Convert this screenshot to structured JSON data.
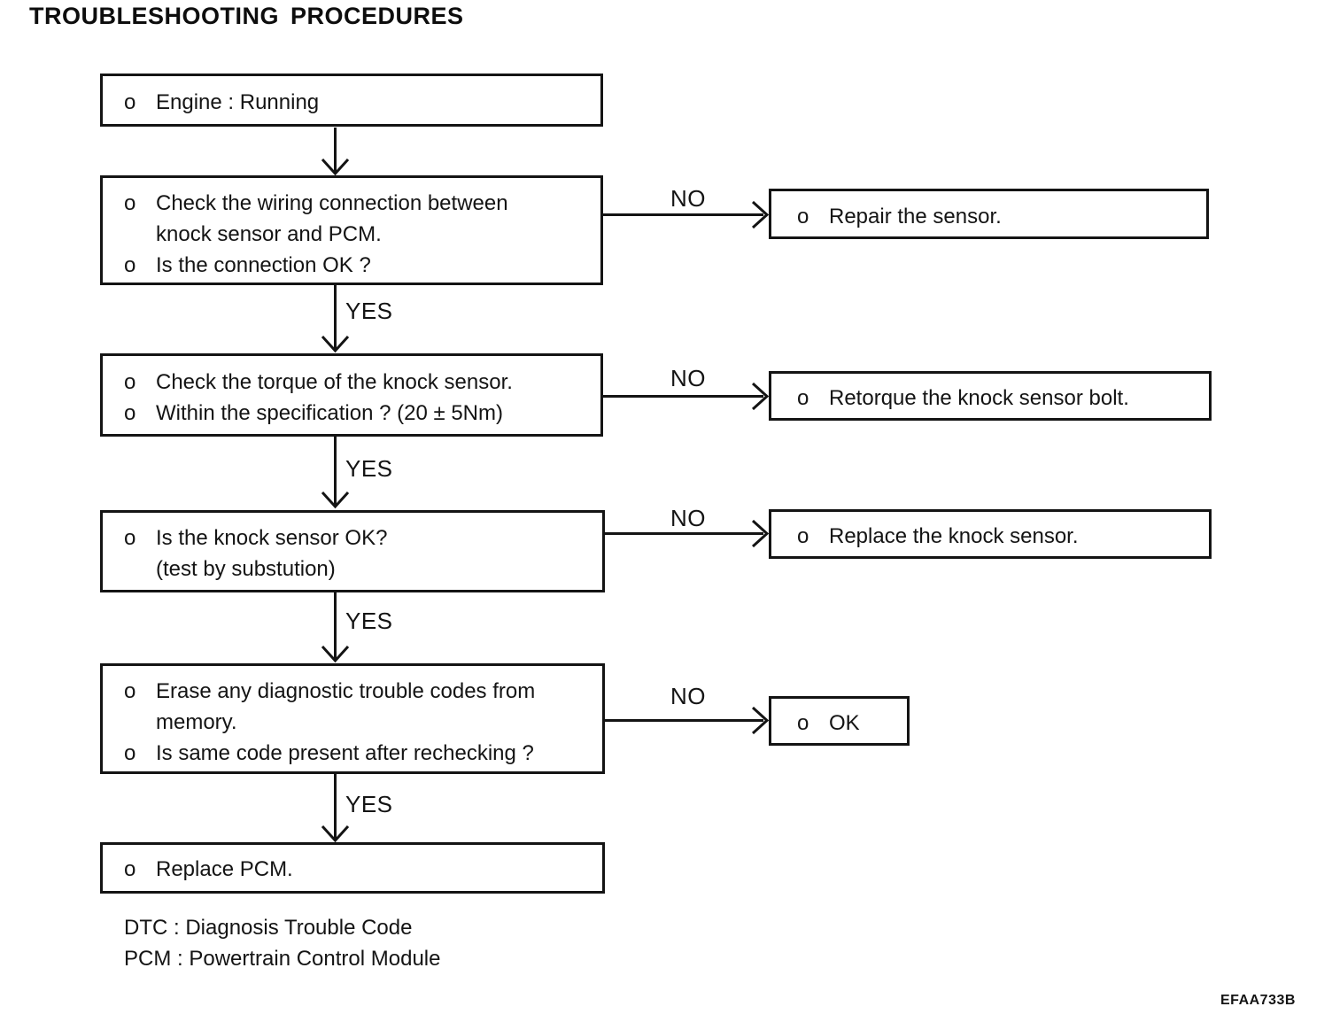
{
  "title": "TROUBLESHOOTING PROCEDURES",
  "labels": {
    "yes": "YES",
    "no": "NO"
  },
  "flowchart": {
    "steps": [
      {
        "name": "engine-running",
        "lines": [
          {
            "bullet": "o",
            "text": "Engine : Running"
          }
        ]
      },
      {
        "name": "check-wiring",
        "lines": [
          {
            "bullet": "o",
            "text": "Check the wiring connection between"
          },
          {
            "bullet": "",
            "text": "knock sensor and PCM."
          },
          {
            "bullet": "o",
            "text": "Is the connection OK ?"
          }
        ]
      },
      {
        "name": "check-torque",
        "lines": [
          {
            "bullet": "o",
            "text": "Check the torque of the knock sensor."
          },
          {
            "bullet": "o",
            "text": "Within the specification ? (20 ± 5Nm)"
          }
        ]
      },
      {
        "name": "knock-sensor-ok",
        "lines": [
          {
            "bullet": "o",
            "text": "Is the knock sensor OK?"
          },
          {
            "bullet": "",
            "text": "(test by substution)"
          }
        ]
      },
      {
        "name": "erase-codes",
        "lines": [
          {
            "bullet": "o",
            "text": "Erase any diagnostic trouble codes from"
          },
          {
            "bullet": "",
            "text": "memory."
          },
          {
            "bullet": "o",
            "text": "Is same code present after rechecking ?"
          }
        ]
      },
      {
        "name": "replace-pcm",
        "lines": [
          {
            "bullet": "o",
            "text": "Replace PCM."
          }
        ]
      }
    ],
    "outcomes": [
      {
        "name": "repair-sensor",
        "lines": [
          {
            "bullet": "o",
            "text": "Repair the sensor."
          }
        ]
      },
      {
        "name": "retorque-bolt",
        "lines": [
          {
            "bullet": "o",
            "text": "Retorque the knock sensor bolt."
          }
        ]
      },
      {
        "name": "replace-sensor",
        "lines": [
          {
            "bullet": "o",
            "text": "Replace the knock sensor."
          }
        ]
      },
      {
        "name": "ok",
        "lines": [
          {
            "bullet": "o",
            "text": "OK"
          }
        ]
      }
    ]
  },
  "legend": [
    "DTC : Diagnosis Trouble Code",
    "PCM : Powertrain Control Module"
  ],
  "figure_code": "EFAA733B"
}
